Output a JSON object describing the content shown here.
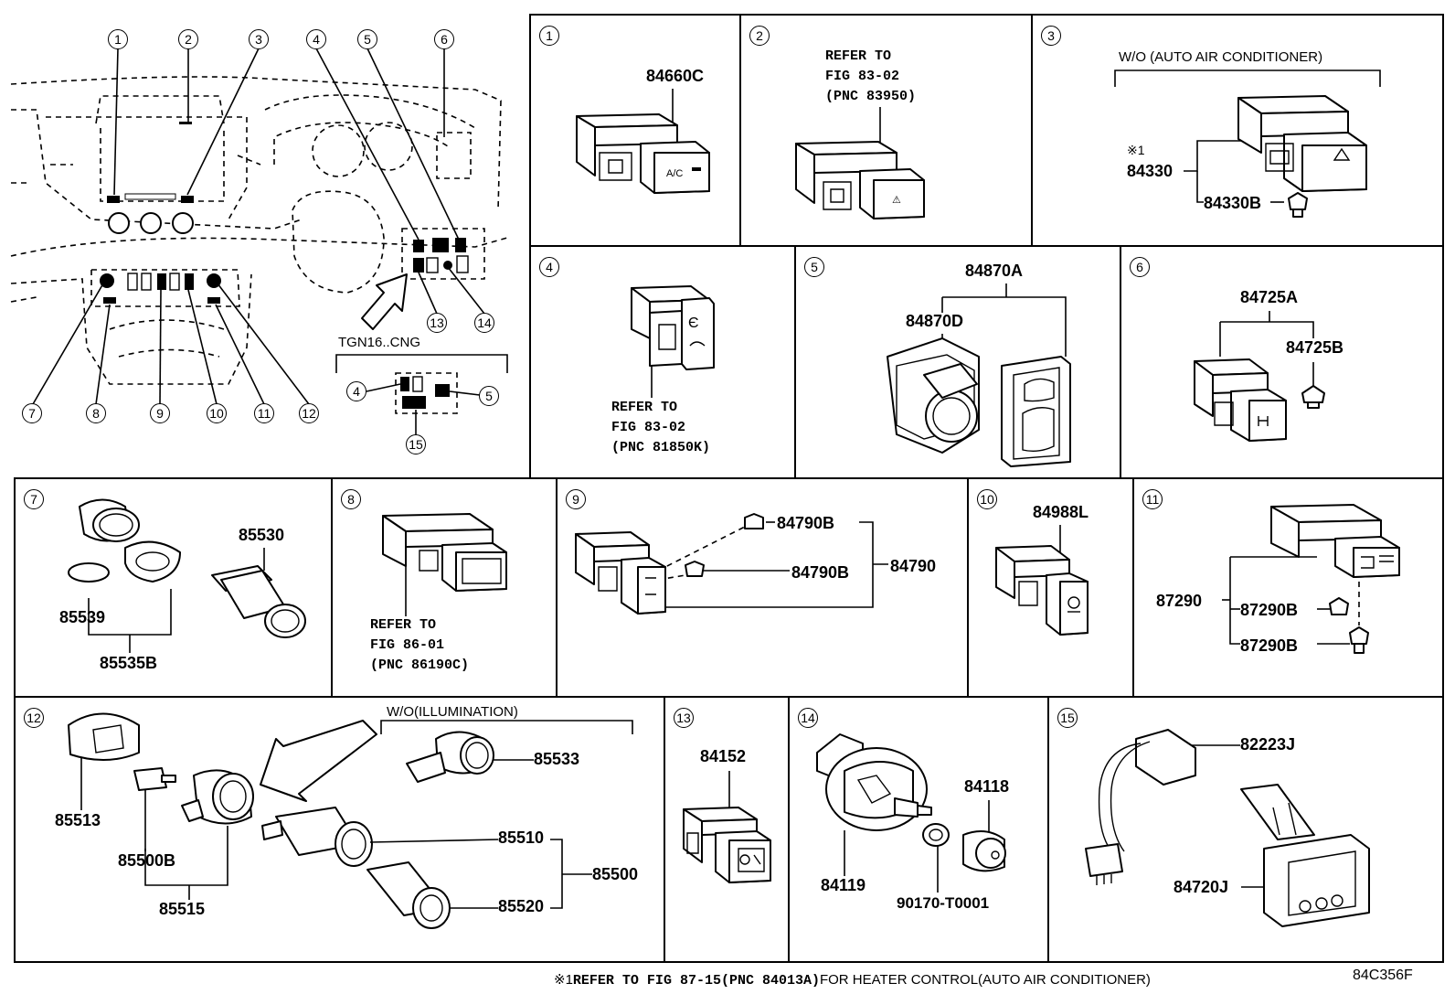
{
  "overview": {
    "callouts": [
      "1",
      "2",
      "3",
      "4",
      "5",
      "6",
      "7",
      "8",
      "9",
      "10",
      "11",
      "12",
      "13",
      "14"
    ],
    "variant_label": "TGN16..CNG",
    "variant_callouts": [
      "4",
      "5",
      "15"
    ]
  },
  "cells": [
    {
      "id": "1",
      "parts": [
        "84660C"
      ]
    },
    {
      "id": "2",
      "ref": "REFER TO\nFIG 83-02\n(PNC 83950)"
    },
    {
      "id": "3",
      "condition": "W/O (AUTO AIR CONDITIONER)",
      "note_mark": "※1",
      "parts": [
        "84330",
        "84330B"
      ]
    },
    {
      "id": "4",
      "ref": "REFER TO\nFIG 83-02\n(PNC 81850K)"
    },
    {
      "id": "5",
      "parts": [
        "84870A",
        "84870D"
      ]
    },
    {
      "id": "6",
      "parts": [
        "84725A",
        "84725B"
      ]
    },
    {
      "id": "7",
      "parts": [
        "85530",
        "85539",
        "85535B"
      ]
    },
    {
      "id": "8",
      "ref": "REFER TO\nFIG 86-01\n(PNC 86190C)"
    },
    {
      "id": "9",
      "parts": [
        "84790B",
        "84790B",
        "84790"
      ]
    },
    {
      "id": "10",
      "parts": [
        "84988L"
      ]
    },
    {
      "id": "11",
      "parts": [
        "87290",
        "87290B",
        "87290B"
      ]
    },
    {
      "id": "12",
      "condition": "W/O(ILLUMINATION)",
      "parts": [
        "85533",
        "85513",
        "85500B",
        "85515",
        "85510",
        "85520",
        "85500"
      ]
    },
    {
      "id": "13",
      "parts": [
        "84152"
      ]
    },
    {
      "id": "14",
      "parts": [
        "84118",
        "84119",
        "90170-T0001"
      ]
    },
    {
      "id": "15",
      "parts": [
        "82223J",
        "84720J"
      ]
    }
  ],
  "footnote": {
    "mark": "※1",
    "bold": "REFER TO FIG 87-15(PNC 84013A)",
    "rest": "FOR HEATER CONTROL(AUTO AIR CONDITIONER)"
  },
  "diagram_code": "84C356F"
}
